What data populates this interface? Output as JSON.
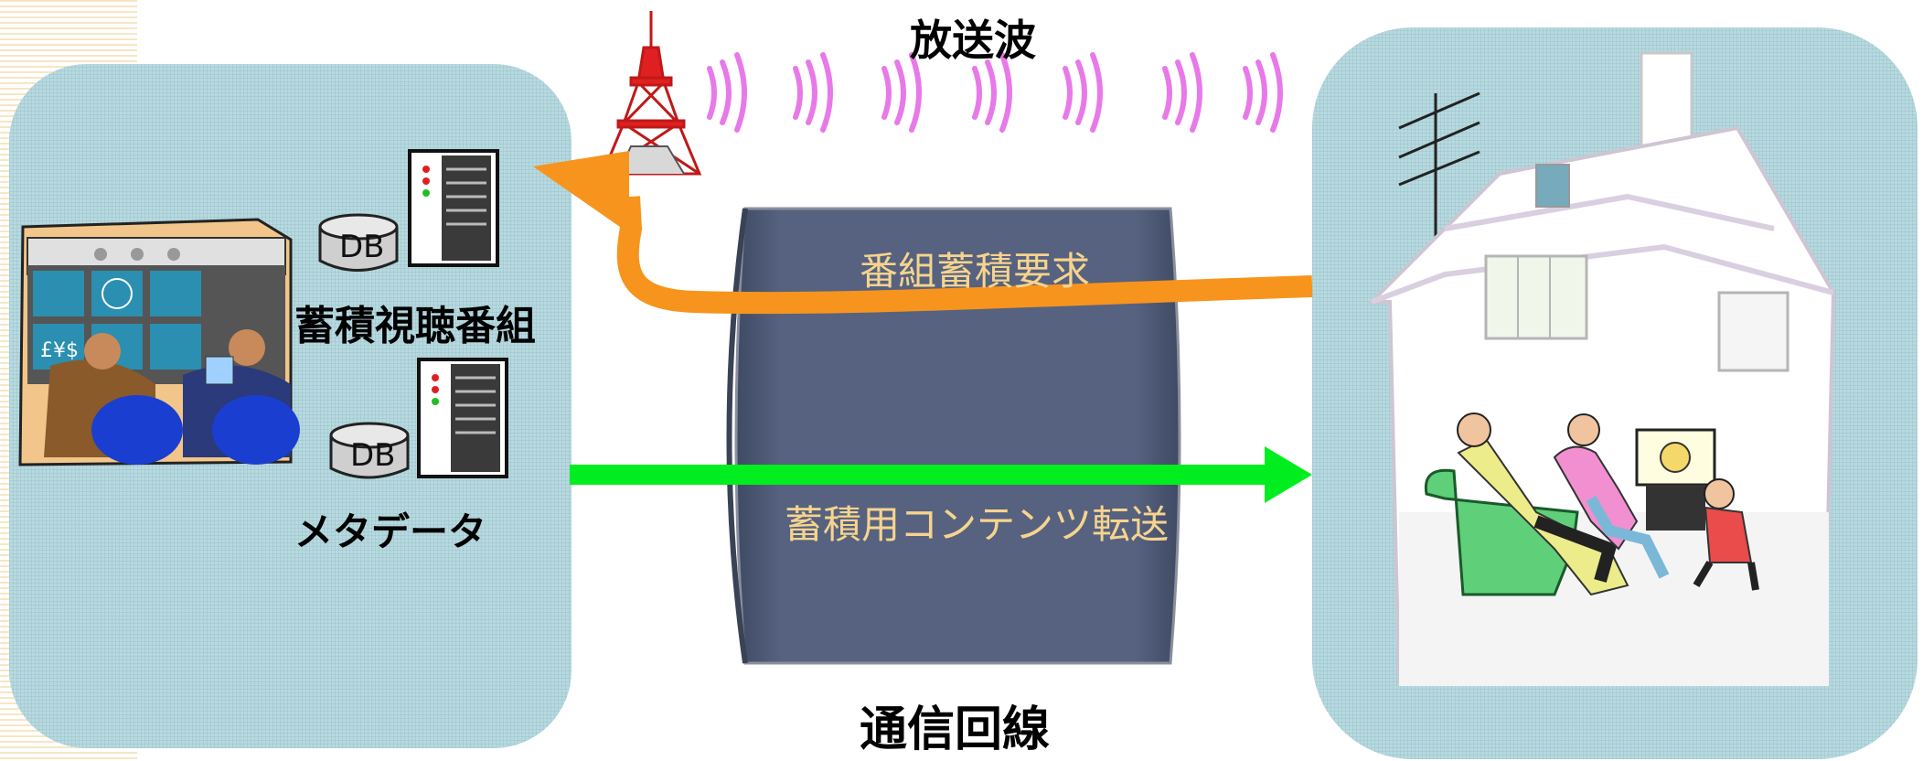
{
  "broadcast_label": "放送波",
  "comm_line_label": "通信回線",
  "request_label": "番組蓄積要求",
  "transfer_label": "蓄積用コンテンツ転送",
  "stored_programs_label": "蓄積視聴番組",
  "metadata_label": "メタデータ",
  "db_label": "DB",
  "colors": {
    "panel": "#b7d9df",
    "pipe": "#4f5b78",
    "request_arrow": "#f7941d",
    "transfer_arrow": "#00ee1f",
    "wave": "#e879e8",
    "tower": "#e02020"
  }
}
